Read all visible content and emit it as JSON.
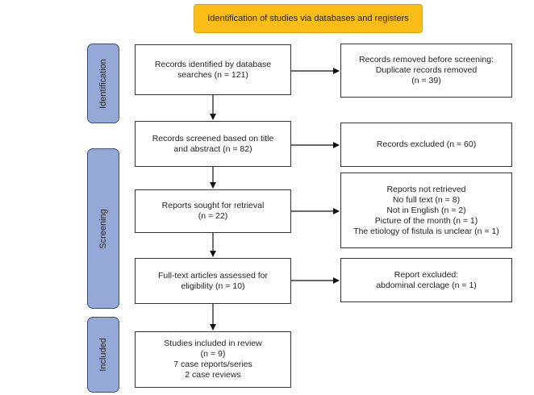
{
  "header": {
    "title": "Identification of studies via databases and registers"
  },
  "stages": {
    "identification": "Identification",
    "screening": "Screening",
    "included": "Included"
  },
  "main_boxes": {
    "identified": [
      "Records identified by database",
      "searches (n = 121)"
    ],
    "screened": [
      "Records screened based on title",
      "and abstract (n = 82)"
    ],
    "sought": [
      "Reports sought for retrieval",
      "(n = 22)"
    ],
    "assessed": [
      "Full-text articles assessed for",
      "eligibility (n = 10)"
    ],
    "included": [
      "Studies included in review",
      "(n = 9)",
      "7 case reports/series",
      "2 case reviews"
    ]
  },
  "side_boxes": {
    "removed": [
      "Records removed before screening:",
      "Duplicate records removed",
      "(n = 39)"
    ],
    "excluded": [
      "Records excluded (n = 60)"
    ],
    "not_retrieved": [
      "Reports not retrieved",
      "No full text (n = 8)",
      "Not in English (n = 2)",
      "Picture of the month (n = 1)",
      "The etiology of fistula is unclear (n = 1)"
    ],
    "report_excluded": [
      "Report excluded:",
      "abdominal cerclage (n = 1)"
    ]
  }
}
